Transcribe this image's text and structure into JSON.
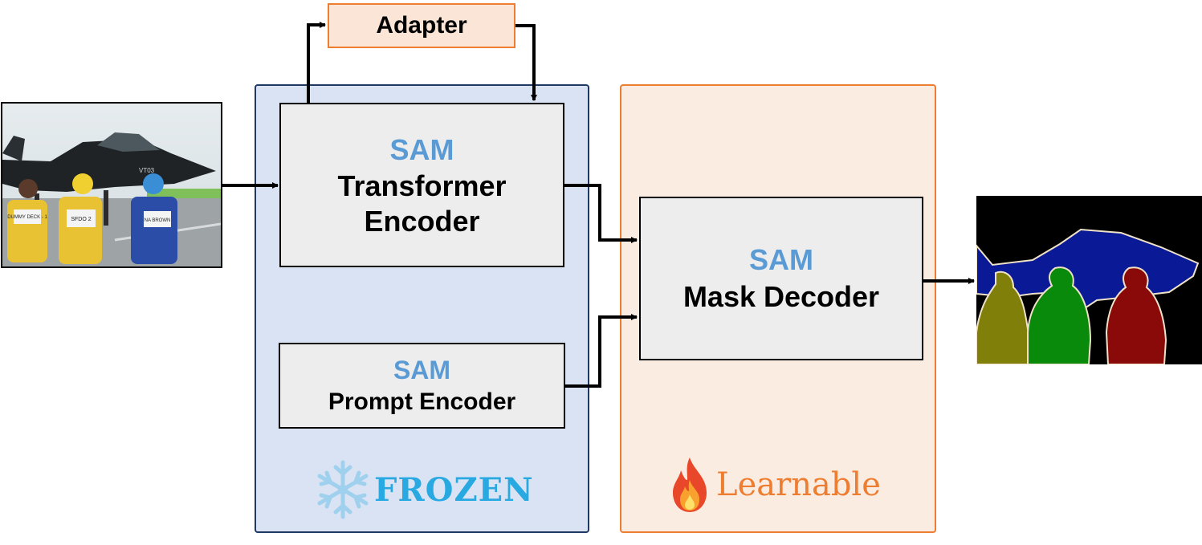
{
  "adapter": {
    "label": "Adapter"
  },
  "frozen_group": {
    "label": "FROZEN",
    "icon": "snowflake-icon",
    "transformer_encoder": {
      "sam": "SAM",
      "line1": "Transformer",
      "line2": "Encoder"
    },
    "prompt_encoder": {
      "sam": "SAM",
      "line1": "Prompt Encoder"
    }
  },
  "learnable_group": {
    "label": "Learnable",
    "icon": "flame-icon",
    "mask_decoder": {
      "sam": "SAM",
      "line1": "Mask Decoder"
    }
  },
  "input_image": {
    "badges": [
      "DUMMY DECK - 1",
      "SFDO 2",
      "NA BROWN"
    ],
    "tail_code": "VT03"
  },
  "colors": {
    "frozen_fill": "#dae3f3",
    "frozen_border": "#1f3864",
    "learnable_fill": "#fbece2",
    "learnable_border": "#ed7d31",
    "sam_text": "#5b9bd5",
    "block_fill": "#ededed",
    "adapter_fill": "#fbe5d6",
    "frozen_label": "#29a9e1",
    "learnable_label": "#ed7d31"
  }
}
